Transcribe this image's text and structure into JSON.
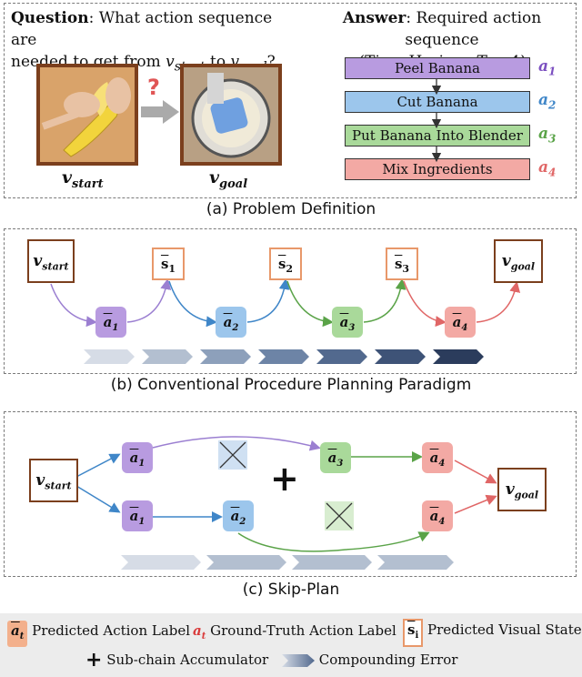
{
  "panel_a": {
    "question_label": "Question",
    "question_text": ": What action sequence are",
    "question_text2": "needed to get from",
    "question_to": "to",
    "question_end": "?",
    "answer_label": "Answer",
    "answer_text": ": Required action sequence",
    "horizon_text": "(Time Horizon",
    "horizon_value": "T = 4)",
    "question_mark": "?",
    "v_start": "v",
    "v_start_sub": "start",
    "v_goal": "v",
    "v_goal_sub": "goal",
    "actions": [
      {
        "label": "Peel Banana",
        "code": "a",
        "sub": "1",
        "fill": "#b89be0",
        "code_color": "#7b4fc0"
      },
      {
        "label": "Cut Banana",
        "code": "a",
        "sub": "2",
        "fill": "#9cc6ec",
        "code_color": "#3f86c8"
      },
      {
        "label": "Put Banana Into Blender",
        "code": "a",
        "sub": "3",
        "fill": "#a9d99a",
        "code_color": "#5aa348"
      },
      {
        "label": "Mix Ingredients",
        "code": "a",
        "sub": "4",
        "fill": "#f3a9a4",
        "code_color": "#e06666"
      }
    ],
    "caption": "(a) Problem Definition"
  },
  "panel_b": {
    "v_start": "v",
    "v_start_sub": "start",
    "v_goal": "v",
    "v_goal_sub": "goal",
    "states": [
      {
        "sym": "s",
        "sub": "1"
      },
      {
        "sym": "s",
        "sub": "2"
      },
      {
        "sym": "s",
        "sub": "3"
      }
    ],
    "actions": [
      {
        "sym": "a",
        "sub": "1",
        "fill": "#b89be0"
      },
      {
        "sym": "a",
        "sub": "2",
        "fill": "#9cc6ec"
      },
      {
        "sym": "a",
        "sub": "3",
        "fill": "#a9d99a"
      },
      {
        "sym": "a",
        "sub": "4",
        "fill": "#f3a9a4"
      }
    ],
    "caption": "(b) Conventional Procedure Planning Paradigm"
  },
  "panel_c": {
    "v_start": "v",
    "v_start_sub": "start",
    "v_goal": "v",
    "v_goal_sub": "goal",
    "top_actions": [
      {
        "sym": "a",
        "sub": "1",
        "fill": "#b89be0"
      },
      {
        "sym": "a",
        "sub": "3",
        "fill": "#a9d99a"
      },
      {
        "sym": "a",
        "sub": "4",
        "fill": "#f3a9a4"
      }
    ],
    "bottom_actions": [
      {
        "sym": "a",
        "sub": "1",
        "fill": "#b89be0"
      },
      {
        "sym": "a",
        "sub": "2",
        "fill": "#9cc6ec"
      },
      {
        "sym": "a",
        "sub": "4",
        "fill": "#f3a9a4"
      }
    ],
    "plus": "+",
    "caption": "(c) Skip-Plan"
  },
  "legend": {
    "predicted_action_sym": "a",
    "predicted_action_sub": "t",
    "predicted_action_text": "Predicted Action Label",
    "gt_action_sym": "a",
    "gt_action_sub": "t",
    "gt_action_text": "Ground-Truth Action Label",
    "visual_state_sym": "s",
    "visual_state_sub": "i",
    "visual_state_text": "Predicted Visual State",
    "accumulator_text": "Sub-chain Accumulator",
    "compounding_text": "Compounding Error"
  },
  "colors": {
    "start_goal_border": "#7b3f1d",
    "state_border": "#e8986a",
    "purple": "#b89be0",
    "blue": "#9cc6ec",
    "green": "#a9d99a",
    "red": "#f3a9a4"
  }
}
